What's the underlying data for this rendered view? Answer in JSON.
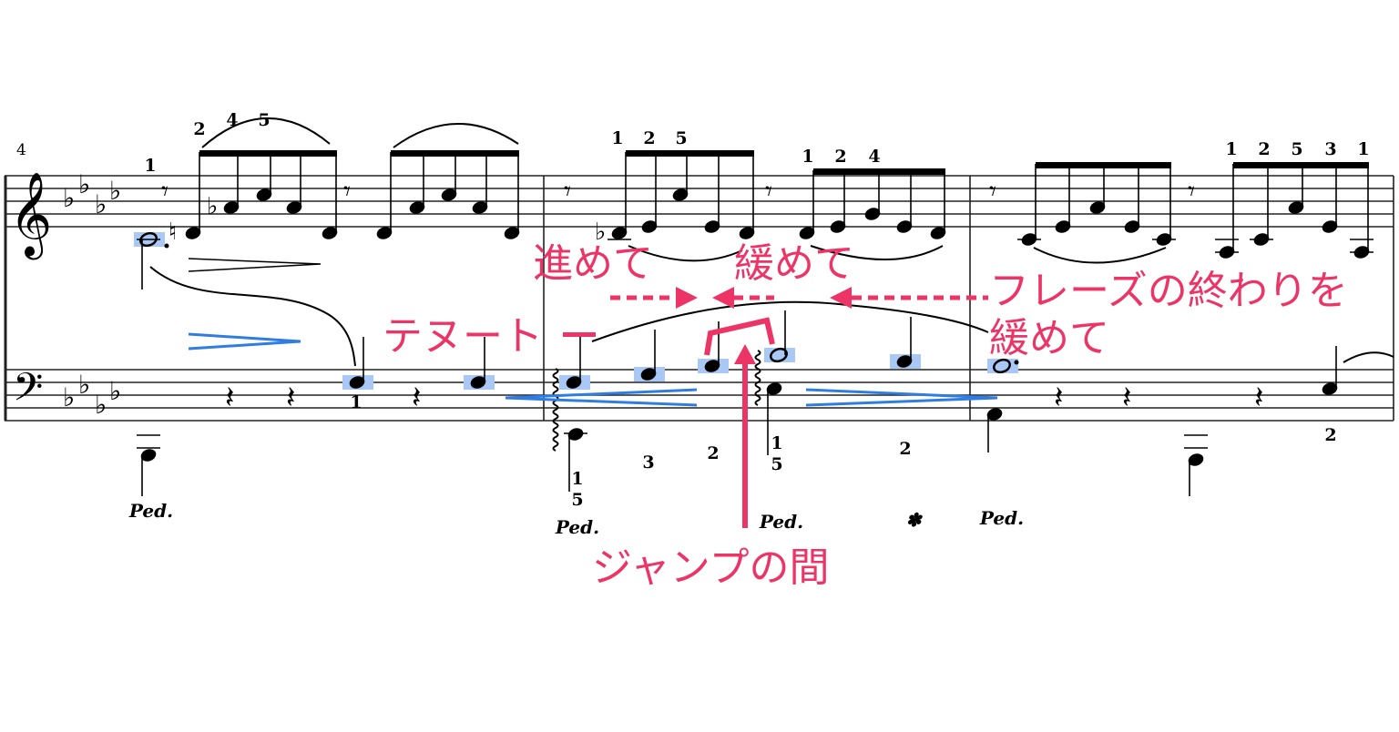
{
  "score": {
    "measure_number": "4",
    "treble_fingerings": [
      "1",
      "2",
      "4",
      "5",
      "1",
      "2",
      "5",
      "1",
      "2",
      "4",
      "1",
      "2",
      "5",
      "3",
      "1"
    ],
    "bass_fingerings": [
      "1",
      "1",
      "5",
      "3",
      "2",
      "1",
      "5",
      "2",
      "2"
    ],
    "pedal_marks": [
      "Ped.",
      "Ped.",
      "Ped.",
      "Ped."
    ],
    "pedal_release": "✽"
  },
  "annotations": {
    "push": "進めて",
    "relax": "緩めて",
    "phrase_end": "フレーズの終わりを",
    "phrase_end_relax": "緩めて",
    "tenuto": "テヌート",
    "jump_gap": "ジャンプの間"
  },
  "colors": {
    "annotation": "#ec3466",
    "hairpin_blue": "#2f7de1",
    "highlight": "#a9c8f5"
  }
}
